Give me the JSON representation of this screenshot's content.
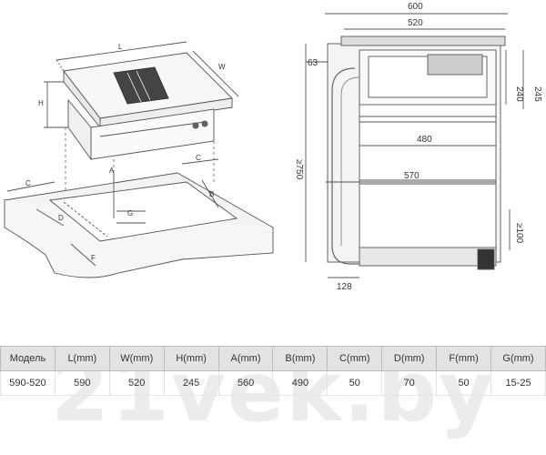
{
  "diagram": {
    "iso_labels": {
      "L": "L",
      "W": "W",
      "H": "H",
      "A": "A",
      "B": "B",
      "C_left": "C",
      "C_right": "C",
      "D": "D",
      "F": "F",
      "G": "G"
    },
    "dims": {
      "width_total": "600",
      "width_top": "520",
      "offset_63": "63",
      "height_240": "240",
      "height_245": "245",
      "shelf_480": "480",
      "shelf_570": "570",
      "height_750": "≥750",
      "gap_100": "≥100",
      "depth_128": "128"
    }
  },
  "table": {
    "headers": [
      "Модель",
      "L(mm)",
      "W(mm)",
      "H(mm)",
      "A(mm)",
      "B(mm)",
      "C(mm)",
      "D(mm)",
      "F(mm)",
      "G(mm)"
    ],
    "row": [
      "590-520",
      "590",
      "520",
      "245",
      "560",
      "490",
      "50",
      "70",
      "50",
      "15-25"
    ]
  },
  "watermark": "21vek.by"
}
